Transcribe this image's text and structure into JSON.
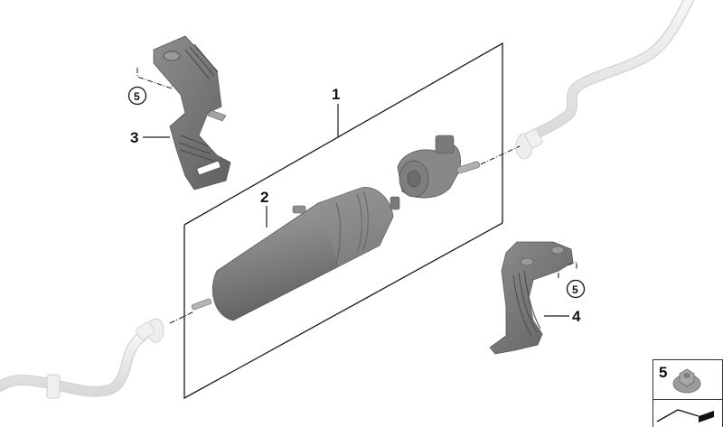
{
  "diagram": {
    "type": "exploded-parts-diagram",
    "background": "#ffffff",
    "part_color": "#7d7d7d",
    "pipe_color": "#ececec",
    "line_color": "#1a1a1a",
    "callouts": [
      {
        "id": "1",
        "label": "1",
        "part": "fuel-filter-assembly"
      },
      {
        "id": "2",
        "label": "2",
        "part": "fuel-filter-housing"
      },
      {
        "id": "3",
        "label": "3",
        "part": "upper-bracket"
      },
      {
        "id": "4",
        "label": "4",
        "part": "lower-bracket"
      },
      {
        "id": "5a",
        "label": "5",
        "part": "nut-reference-upper"
      },
      {
        "id": "5b",
        "label": "5",
        "part": "nut-reference-lower"
      }
    ],
    "legend": {
      "items": [
        {
          "label": "5",
          "part": "hex-flange-nut"
        },
        {
          "label": "",
          "part": "fixing-element-symbol"
        }
      ]
    }
  }
}
